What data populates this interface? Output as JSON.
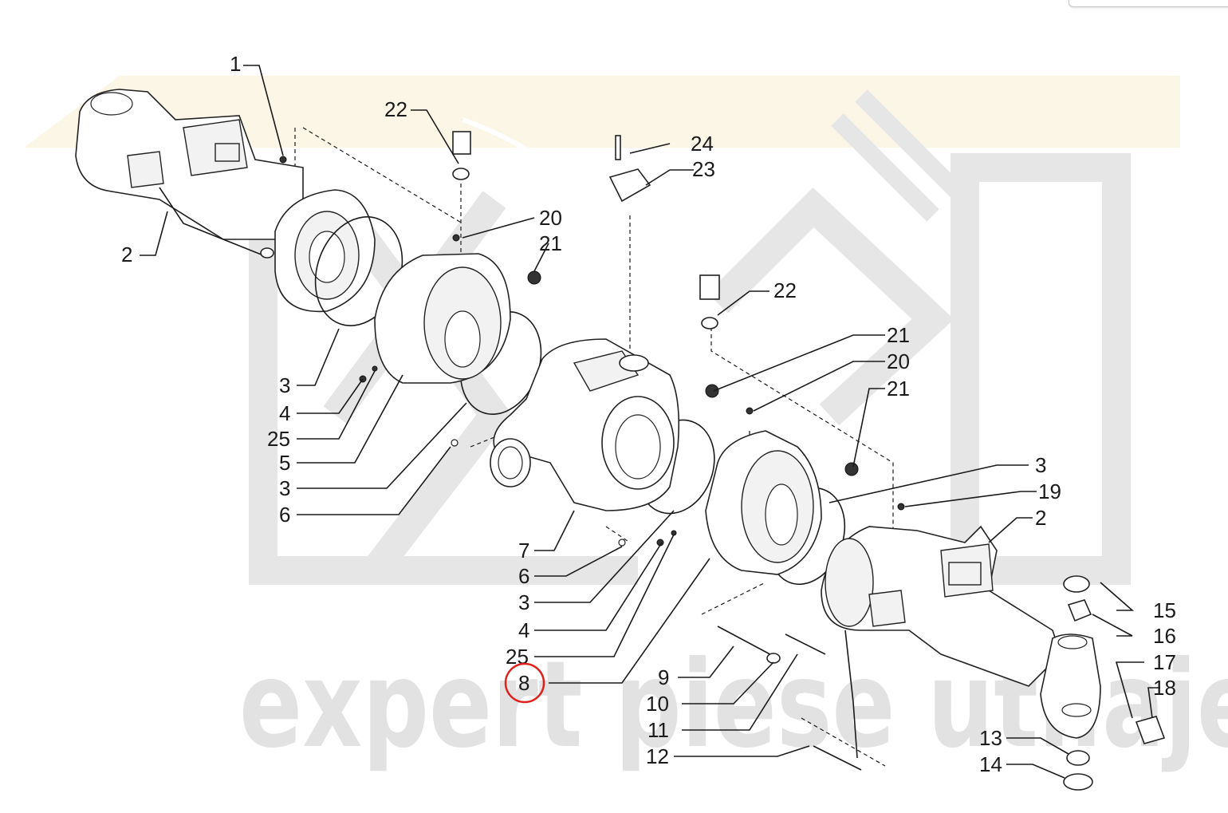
{
  "watermark": {
    "text": "expert piese utilaje",
    "color": "#e2e2e2",
    "band_color": "#fbf6e6"
  },
  "highlight": {
    "label": "8",
    "color": "#e0201b"
  },
  "callouts": {
    "c1": "1",
    "c2a": "2",
    "c2b": "2",
    "c3a": "3",
    "c3b": "3",
    "c3c": "3",
    "c3d": "3",
    "c4a": "4",
    "c4b": "4",
    "c5": "5",
    "c6a": "6",
    "c6b": "6",
    "c7": "7",
    "c8": "8",
    "c9": "9",
    "c10": "10",
    "c11": "11",
    "c12": "12",
    "c13": "13",
    "c14": "14",
    "c15": "15",
    "c16": "16",
    "c17": "17",
    "c18": "18",
    "c19": "19",
    "c20a": "20",
    "c20b": "20",
    "c21a": "21",
    "c21b": "21",
    "c21c": "21",
    "c22a": "22",
    "c22b": "22",
    "c23": "23",
    "c24": "24",
    "c25a": "25",
    "c25b": "25"
  }
}
